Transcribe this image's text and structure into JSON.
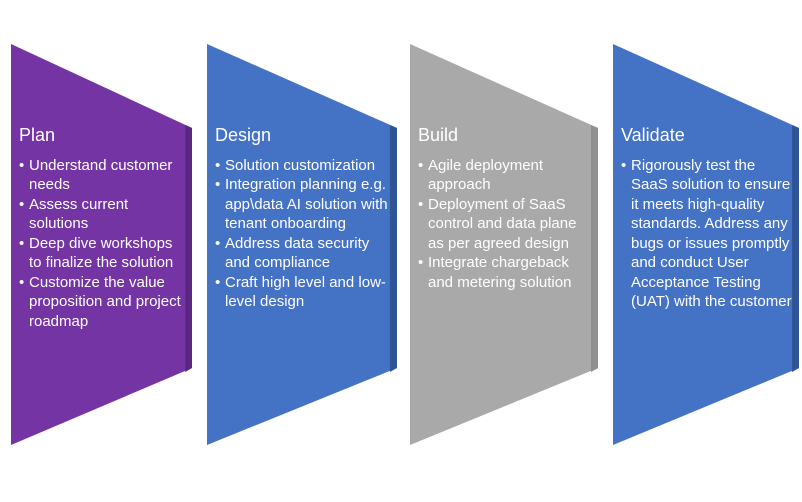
{
  "diagram": {
    "bullet_glyph": "•",
    "columns": [
      {
        "title": "Plan",
        "color": "#7434A4",
        "edge_color": "#5B2782",
        "text_color": "#FFFFFF",
        "bullets": [
          "Understand customer needs",
          "Assess current solutions",
          "Deep dive workshops to finalize the solution",
          "Customize the value proposition and project roadmap"
        ]
      },
      {
        "title": "Design",
        "color": "#4472C4",
        "edge_color": "#2F5597",
        "text_color": "#FFFFFF",
        "bullets": [
          "Solution customization",
          "Integration planning e.g. app\\data AI solution with tenant onboarding",
          "Address data security and compliance",
          "Craft high level and low-level design"
        ]
      },
      {
        "title": "Build",
        "color": "#A9A9A9",
        "edge_color": "#8F8F8F",
        "text_color": "#FFFFFF",
        "bullets": [
          "Agile deployment approach",
          "Deployment of SaaS control and data plane as per agreed design",
          "Integrate chargeback and metering solution"
        ]
      },
      {
        "title": "Validate",
        "color": "#4472C4",
        "edge_color": "#2F5597",
        "text_color": "#FFFFFF",
        "bullets": [
          "Rigorously test the SaaS solution to ensure it meets high-quality standards. Address any bugs or issues promptly and conduct User Acceptance Testing (UAT) with the customer"
        ]
      }
    ]
  }
}
